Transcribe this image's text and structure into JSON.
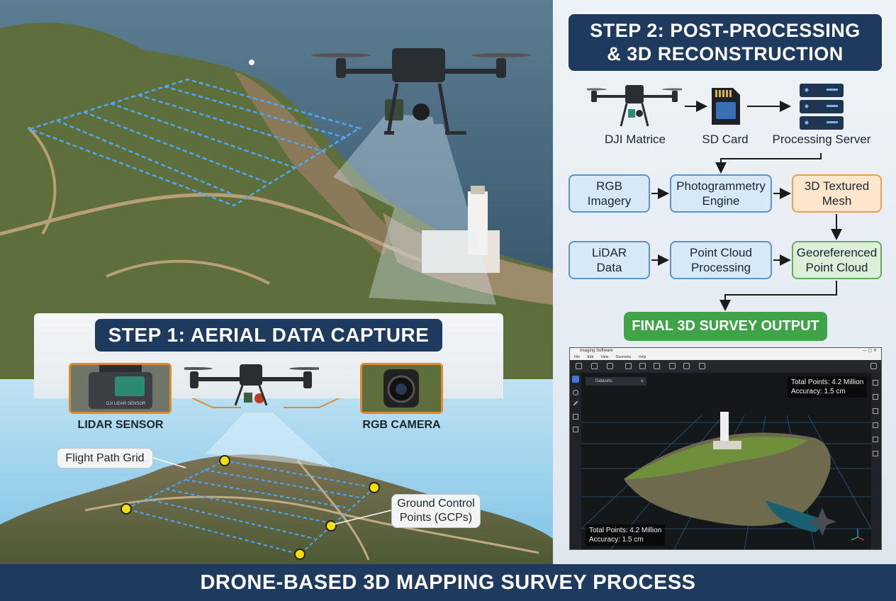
{
  "step1": {
    "title": "STEP 1: AERIAL DATA CAPTURE",
    "lidar_label": "LIDAR SENSOR",
    "lidar_thumb_text": "DJI LIDAR SENSOR",
    "camera_label": "RGB CAMERA",
    "flight_grid_callout": "Flight Path Grid",
    "gcp_callout_line1": "Ground Control",
    "gcp_callout_line2": "Points (GCPs)"
  },
  "step2": {
    "title_line1": "STEP 2: POST-PROCESSING",
    "title_line2": "& 3D RECONSTRUCTION",
    "devices": {
      "drone": "DJI Matrice",
      "sd_card": "SD Card",
      "server": "Processing Server"
    },
    "boxes": {
      "rgb_imagery_line1": "RGB",
      "rgb_imagery_line2": "Imagery",
      "photogrammetry_line1": "Photogrammetry",
      "photogrammetry_line2": "Engine",
      "textured_mesh_line1": "3D Textured",
      "textured_mesh_line2": "Mesh",
      "lidar_data_line1": "LiDAR",
      "lidar_data_line2": "Data",
      "point_cloud_processing_line1": "Point Cloud",
      "point_cloud_processing_line2": "Processing",
      "georeferenced_line1": "Georeferenced",
      "georeferenced_line2": "Point Cloud"
    },
    "final_output": "FINAL 3D SURVEY OUTPUT"
  },
  "software": {
    "window_title": "Imaging Software",
    "menu": [
      "File",
      "Edit",
      "View",
      "Geometry",
      "Help"
    ],
    "tab_label": "Datasets",
    "stats_top_line1": "Total Points: 4.2 Million",
    "stats_top_line2": "Accuracy: 1.5 cm",
    "stats_bottom_line1": "Total Points: 4.2 Million",
    "stats_bottom_line2": "Accuracy: 1.5 cm"
  },
  "banner": "DRONE-BASED 3D MAPPING SURVEY PROCESS",
  "colors": {
    "navy": "#1f3a5f",
    "flow_blue": "#5b95c8",
    "flow_orange": "#e8a24d",
    "flow_green": "#63ac5f",
    "final_green": "#3fa447",
    "callout_orange": "#e08a2c",
    "flight_path_blue": "#4aa8ff"
  }
}
